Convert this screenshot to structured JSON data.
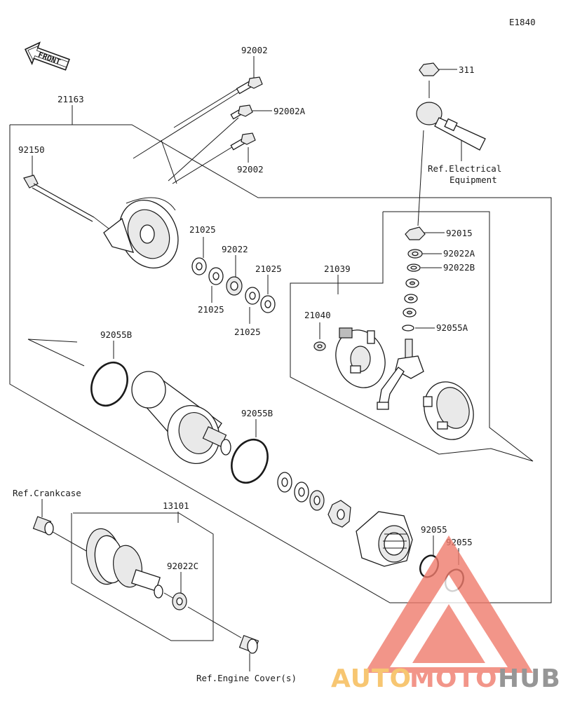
{
  "diagram_code": "E1840",
  "front_arrow_text": "FRONT",
  "labels": {
    "p92002_top": "92002",
    "p92002a": "92002A",
    "p92002_mid": "92002",
    "p21163": "21163",
    "p92150": "92150",
    "p311": "311",
    "ref_electrical_line1": "Ref.Electrical",
    "ref_electrical_line2": "Equipment",
    "p92015": "92015",
    "p92022a": "92022A",
    "p92022b": "92022B",
    "p92055a": "92055A",
    "p21039": "21039",
    "p21040": "21040",
    "p21025_a": "21025",
    "p92022": "92022",
    "p21025_b": "21025",
    "p21025_c": "21025",
    "p21025_d": "21025",
    "p92055b_left": "92055B",
    "p92055b_mid": "92055B",
    "ref_crankcase": "Ref.Crankcase",
    "p13101": "13101",
    "p92022c": "92022C",
    "p92055_a": "92055",
    "p92055_b": "92055",
    "ref_engine_cover": "Ref.Engine Cover(s)"
  },
  "watermark": {
    "part1": "AUTO",
    "part2": "MOTO",
    "part3": "HUB",
    "color_orange": "#f6b94f",
    "color_red": "#ef7b6c",
    "color_gray": "#7d7d7d"
  }
}
